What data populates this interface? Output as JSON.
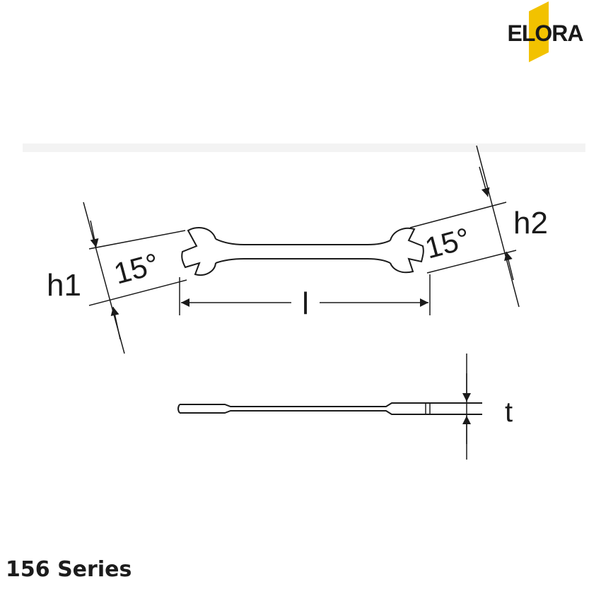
{
  "brand": {
    "name": "ELORA",
    "accent_color": "#F2C200"
  },
  "diagram": {
    "angle_left": "15°",
    "angle_right": "15°",
    "label_h1": "h1",
    "label_h2": "h2",
    "label_length": "l",
    "label_thickness": "t"
  },
  "footer": {
    "series_title": "156 Series"
  }
}
